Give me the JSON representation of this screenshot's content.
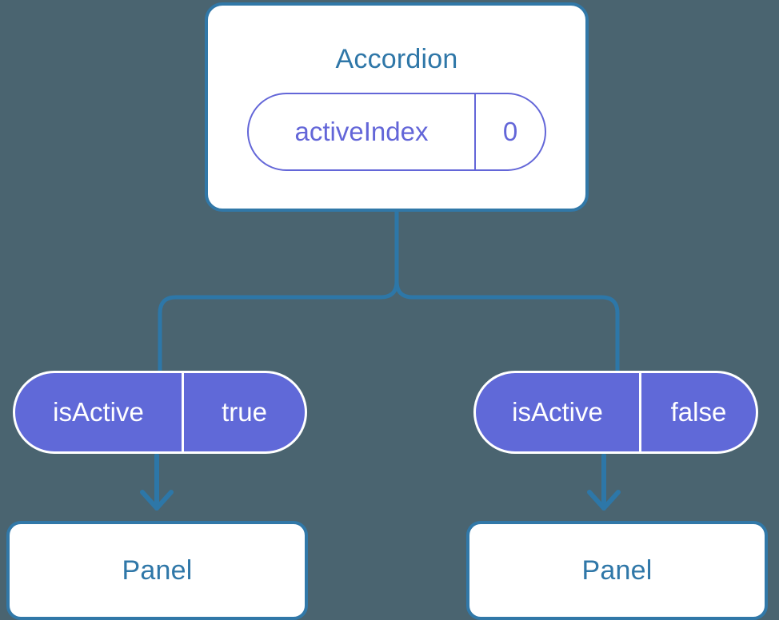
{
  "diagram": {
    "type": "component-state-tree",
    "background_color": "#4a6470",
    "accent_blue": "#3178a8",
    "title_blue": "#2f77a8",
    "state_purple": "#6069d8",
    "state_purple_outline": "#6366d8",
    "root": {
      "title": "Accordion",
      "state": {
        "key": "activeIndex",
        "value": "0"
      }
    },
    "branches": [
      {
        "prop": {
          "key": "isActive",
          "value": "true"
        },
        "child": {
          "title": "Panel"
        }
      },
      {
        "prop": {
          "key": "isActive",
          "value": "false"
        },
        "child": {
          "title": "Panel"
        }
      }
    ]
  }
}
